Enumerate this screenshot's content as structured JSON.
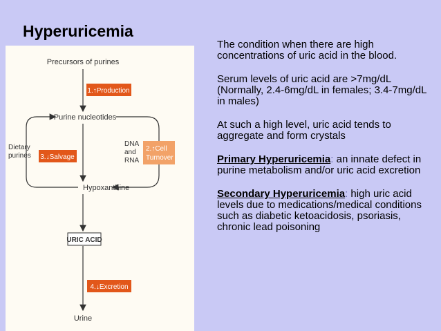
{
  "slide": {
    "title": "Hyperuricemia"
  },
  "diagram": {
    "nodes": {
      "precursors": "Precursors of purines",
      "nucleotides": "Purine nucleotides",
      "hypoxanthine": "Hypoxanthine",
      "uric_acid": "URIC ACID",
      "urine": "Urine",
      "dietary_line1": "Dietary",
      "dietary_line2": "purines",
      "dna_line1": "DNA",
      "dna_line2": "and",
      "dna_line3": "RNA"
    },
    "boxes": {
      "production": "1.↑Production",
      "salvage": "3.↓Salvage",
      "turnover_line1": "2.↑Cell",
      "turnover_line2": "Turnover",
      "excretion": "4.↓Excretion"
    },
    "colors": {
      "box_fill": "#e2571a",
      "box_text": "#ffffff",
      "text": "#333333",
      "arrow": "#333333",
      "turnover_fill": "#f2a268"
    }
  },
  "bullets": [
    {
      "text": "The condition when there are high concentrations of uric acid in the blood."
    },
    {
      "text": "Serum levels of uric acid are >7mg/dL (Normally, 2.4-6mg/dL in females; 3.4-7mg/dL in males)"
    },
    {
      "text": "At such a high level, uric acid tends to aggregate and form crystals"
    },
    {
      "term": "Primary Hyperuricemia",
      "sep": ":",
      "text": " an innate defect in purine metabolism and/or uric acid excretion"
    },
    {
      "term": "Secondary Hyperuricemia",
      "sep": ":",
      "text": " high uric acid levels due to medications/medical conditions such as diabetic ketoacidosis, psoriasis, chronic lead poisoning"
    }
  ]
}
